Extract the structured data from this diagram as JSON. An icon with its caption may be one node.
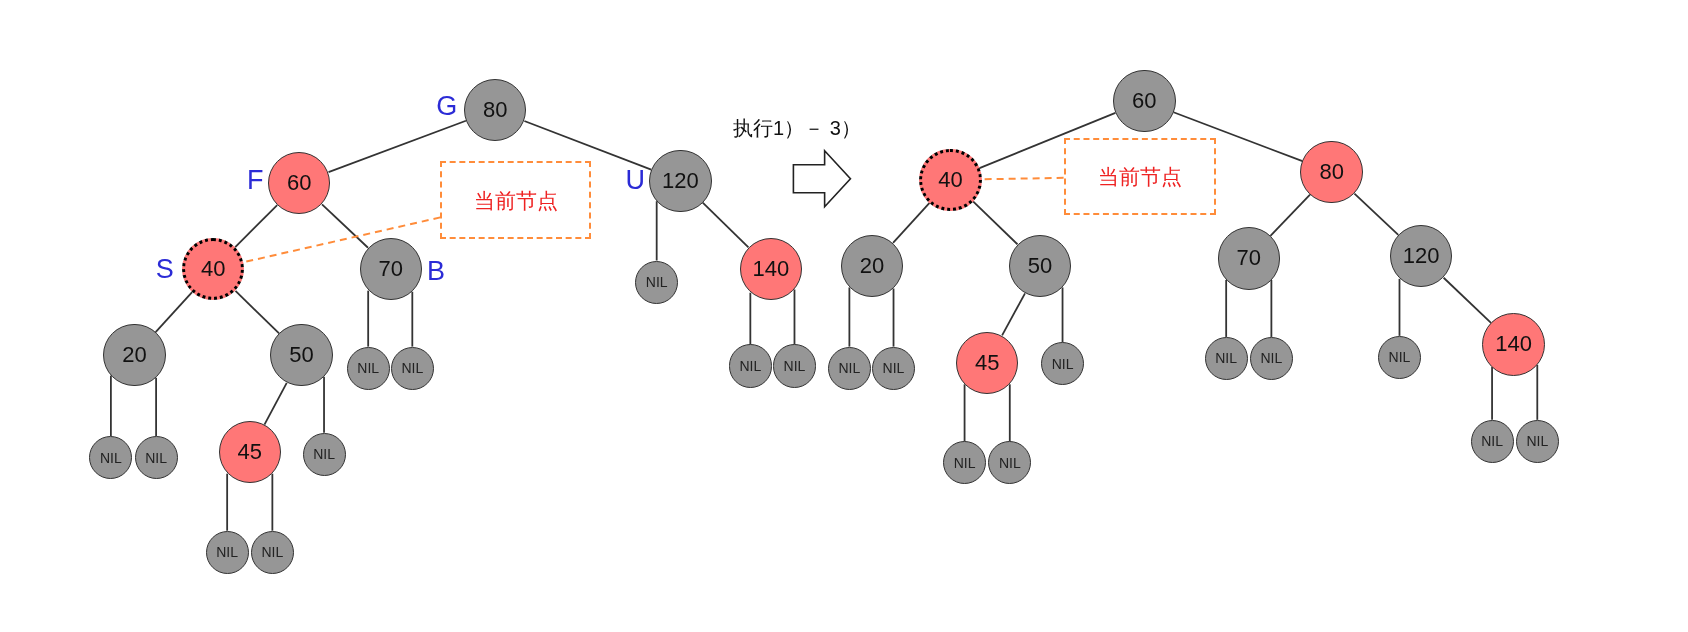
{
  "diagram": {
    "nodes": [
      {
        "text": [
          "80"
        ],
        "beside": [
          "G"
        ]
      },
      {
        "text": [
          "60"
        ],
        "beside": [
          "F"
        ]
      },
      {
        "text": [
          "120"
        ],
        "beside": [
          "U"
        ]
      },
      {
        "text": [
          "40"
        ],
        "beside": [
          "S"
        ]
      },
      {
        "text": [
          "70"
        ],
        "beside": [
          "B"
        ]
      },
      {
        "text": [
          "当前节点"
        ]
      },
      {
        "text": [
          "NIL"
        ]
      },
      {
        "text": [
          "140"
        ]
      },
      {
        "text": [
          "20"
        ]
      },
      {
        "text": [
          "50"
        ]
      },
      {
        "text": [
          "NIL"
        ]
      },
      {
        "text": [
          "NIL"
        ]
      },
      {
        "text": [
          "NIL"
        ]
      },
      {
        "text": [
          "NIL"
        ]
      },
      {
        "text": [
          "NIL"
        ]
      },
      {
        "text": [
          "NIL"
        ]
      },
      {
        "text": [
          "45"
        ]
      },
      {
        "text": [
          "NIL"
        ]
      },
      {
        "text": [
          "NIL"
        ]
      },
      {
        "text": [
          "NIL"
        ]
      },
      {
        "text": [
          "60"
        ]
      },
      {
        "text": [
          "40"
        ]
      },
      {
        "text": [
          "当前节点"
        ]
      },
      {
        "text": [
          "80"
        ]
      },
      {
        "text": [
          "20"
        ]
      },
      {
        "text": [
          "50"
        ]
      },
      {
        "text": [
          "70"
        ]
      },
      {
        "text": [
          "120"
        ]
      },
      {
        "text": [
          "NIL"
        ]
      },
      {
        "text": [
          "NIL"
        ]
      },
      {
        "text": [
          "45"
        ]
      },
      {
        "text": [
          "NIL"
        ]
      },
      {
        "text": [
          "NIL"
        ]
      },
      {
        "text": [
          "NIL"
        ]
      },
      {
        "text": [
          "NIL"
        ]
      },
      {
        "text": [
          "140"
        ]
      },
      {
        "text": [
          "NIL"
        ]
      },
      {
        "text": [
          "NIL"
        ]
      },
      {
        "text": [
          "NIL"
        ]
      },
      {
        "text": [
          "NIL"
        ]
      }
    ],
    "edges": [
      {
        "from": 0,
        "to": 1,
        "arrow": "none"
      },
      {
        "from": 0,
        "to": 2,
        "arrow": "none"
      },
      {
        "from": 1,
        "to": 3,
        "arrow": "none"
      },
      {
        "from": 1,
        "to": 4,
        "arrow": "none"
      },
      {
        "from": 2,
        "to": 6,
        "arrow": "none"
      },
      {
        "from": 2,
        "to": 7,
        "arrow": "none"
      },
      {
        "from": 3,
        "to": 8,
        "arrow": "none"
      },
      {
        "from": 3,
        "to": 9,
        "arrow": "none"
      },
      {
        "from": 4,
        "to": 10,
        "arrow": "none"
      },
      {
        "from": 4,
        "to": 11,
        "arrow": "none"
      },
      {
        "from": 7,
        "to": 12,
        "arrow": "none"
      },
      {
        "from": 7,
        "to": 13,
        "arrow": "none"
      },
      {
        "from": 8,
        "to": 14,
        "arrow": "none"
      },
      {
        "from": 8,
        "to": 15,
        "arrow": "none"
      },
      {
        "from": 9,
        "to": 16,
        "arrow": "none"
      },
      {
        "from": 9,
        "to": 17,
        "arrow": "none"
      },
      {
        "from": 16,
        "to": 18,
        "arrow": "none"
      },
      {
        "from": 16,
        "to": 19,
        "arrow": "none"
      },
      {
        "from": 5,
        "to": 3,
        "arrow": "none",
        "style": "dashed",
        "color": "#ff8c3a"
      },
      {
        "from": 20,
        "to": 21,
        "arrow": "none"
      },
      {
        "from": 20,
        "to": 23,
        "arrow": "none"
      },
      {
        "from": 21,
        "to": 24,
        "arrow": "none"
      },
      {
        "from": 21,
        "to": 25,
        "arrow": "none"
      },
      {
        "from": 23,
        "to": 26,
        "arrow": "none"
      },
      {
        "from": 23,
        "to": 27,
        "arrow": "none"
      },
      {
        "from": 24,
        "to": 28,
        "arrow": "none"
      },
      {
        "from": 24,
        "to": 29,
        "arrow": "none"
      },
      {
        "from": 25,
        "to": 30,
        "arrow": "none"
      },
      {
        "from": 25,
        "to": 31,
        "arrow": "none"
      },
      {
        "from": 26,
        "to": 32,
        "arrow": "none"
      },
      {
        "from": 26,
        "to": 33,
        "arrow": "none"
      },
      {
        "from": 27,
        "to": 34,
        "arrow": "none"
      },
      {
        "from": 27,
        "to": 35,
        "arrow": "none"
      },
      {
        "from": 30,
        "to": 36,
        "arrow": "none"
      },
      {
        "from": 30,
        "to": 37,
        "arrow": "none"
      },
      {
        "from": 35,
        "to": 38,
        "arrow": "none"
      },
      {
        "from": 35,
        "to": 39,
        "arrow": "none"
      },
      {
        "from": 22,
        "to": 21,
        "arrow": "none",
        "style": "dashed",
        "color": "#ff8c3a"
      }
    ],
    "labels": [
      "执行1）－ 3）"
    ]
  }
}
